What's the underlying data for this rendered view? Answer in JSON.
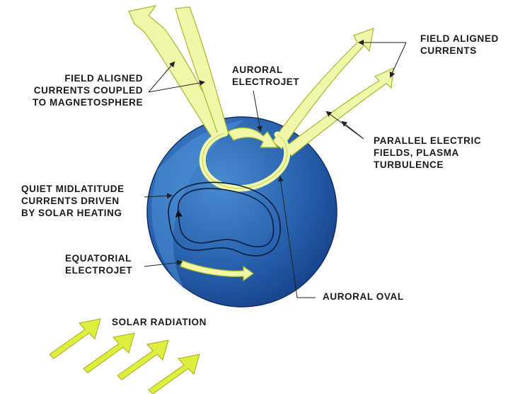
{
  "labels": {
    "fac_magnetosphere": [
      "FIELD ALIGNED",
      "CURRENTS COUPLED",
      "TO MAGNETOSPHERE"
    ],
    "auroral_electrojet": [
      "AURORAL",
      "ELECTROJET"
    ],
    "field_aligned_currents": [
      "FIELD ALIGNED",
      "CURRENTS"
    ],
    "parallel_fields": [
      "PARALLEL ELECTRIC",
      "FIELDS, PLASMA",
      "TURBULENCE"
    ],
    "quiet_midlatitude": [
      "QUIET MIDLATITUDE",
      "CURRENTS DRIVEN",
      "BY SOLAR HEATING"
    ],
    "equatorial_electrojet": [
      "EQUATORIAL",
      "ELECTROJET"
    ],
    "auroral_oval": [
      "AURORAL  OVAL"
    ],
    "solar_radiation": [
      "SOLAR RADIATION"
    ]
  },
  "colors": {
    "globe_dark": "#1d4f9c",
    "globe_light": "#3a7cc6",
    "current_yellow": "#f1f7a8",
    "current_outline": "#a7b82e",
    "solar_arrow": "#dfee3c",
    "leader_line": "#222222"
  }
}
